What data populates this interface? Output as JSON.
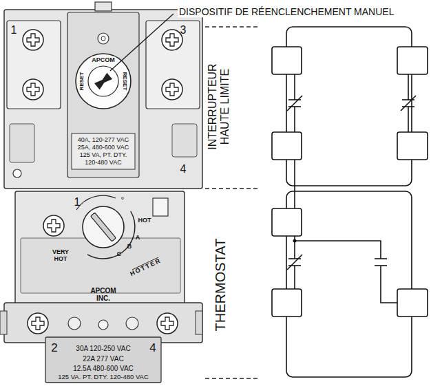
{
  "diagram": {
    "nodes": [
      {
        "text": [
          "INTERRUPTEUR HAUTE LIMITE"
        ]
      },
      {
        "text": [
          "THERMOSTAT"
        ]
      }
    ],
    "edges": [
      {
        "from": 0,
        "to": 1,
        "arrow": "none"
      }
    ],
    "labels": [
      "DISPOSITIF DE RÉENCLENCHEMENT MANUEL",
      "1",
      "3",
      "APCOM",
      "RESET",
      "RESET",
      "40A, 120-277 VAC",
      "25A, 480-600 VAC",
      "125 VA, PT. DTY.",
      "120-480 VAC",
      "4",
      "1",
      "°",
      "HOT",
      "A",
      "B",
      "C",
      "VERY HOT",
      "HOTTER",
      "APCOM INC.",
      "2",
      "30A 120-250 VAC",
      "4",
      "22A 277 VAC",
      "12.5A 480-600 VAC",
      "125 VA. PT. DTY. 120-480 VAC"
    ]
  }
}
